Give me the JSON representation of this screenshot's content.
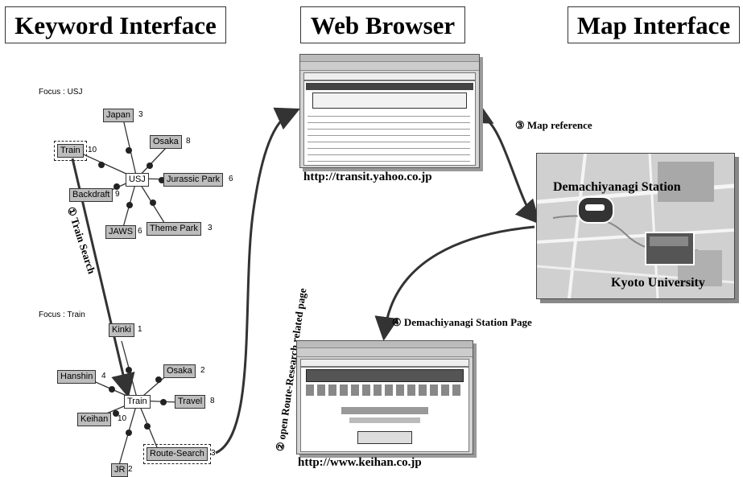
{
  "headers": {
    "keyword": "Keyword Interface",
    "web": "Web Browser",
    "map": "Map Interface"
  },
  "usj_graph": {
    "focus": "Focus : USJ",
    "center": "USJ",
    "nodes": [
      {
        "label": "Japan",
        "count": "3"
      },
      {
        "label": "Osaka",
        "count": "8"
      },
      {
        "label": "Train",
        "count": "10"
      },
      {
        "label": "Jurassic Park",
        "count": "6"
      },
      {
        "label": "Backdraft",
        "count": "9"
      },
      {
        "label": "JAWS",
        "count": "6"
      },
      {
        "label": "Theme Park",
        "count": "3"
      }
    ]
  },
  "train_graph": {
    "focus": "Focus : Train",
    "center": "Train",
    "nodes": [
      {
        "label": "Kinki",
        "count": "1"
      },
      {
        "label": "Osaka",
        "count": "2"
      },
      {
        "label": "Hanshin",
        "count": "4"
      },
      {
        "label": "Travel",
        "count": "8"
      },
      {
        "label": "Keihan",
        "count": "10"
      },
      {
        "label": "Route-Search",
        "count": "3"
      },
      {
        "label": "JR",
        "count": "2"
      }
    ]
  },
  "steps": {
    "s1": "① Train Search",
    "s2": "② open Route-Research related page",
    "s3": "③ Map reference",
    "s4": "④ Demachiyanagi Station Page"
  },
  "urls": {
    "top": "http://transit.yahoo.co.jp",
    "bottom": "http://www.keihan.co.jp"
  },
  "map": {
    "station": "Demachiyanagi Station",
    "university": "Kyoto University"
  },
  "icons": {
    "arrow": "curved-arrow-icon",
    "train": "train-icon",
    "building": "building-icon"
  }
}
